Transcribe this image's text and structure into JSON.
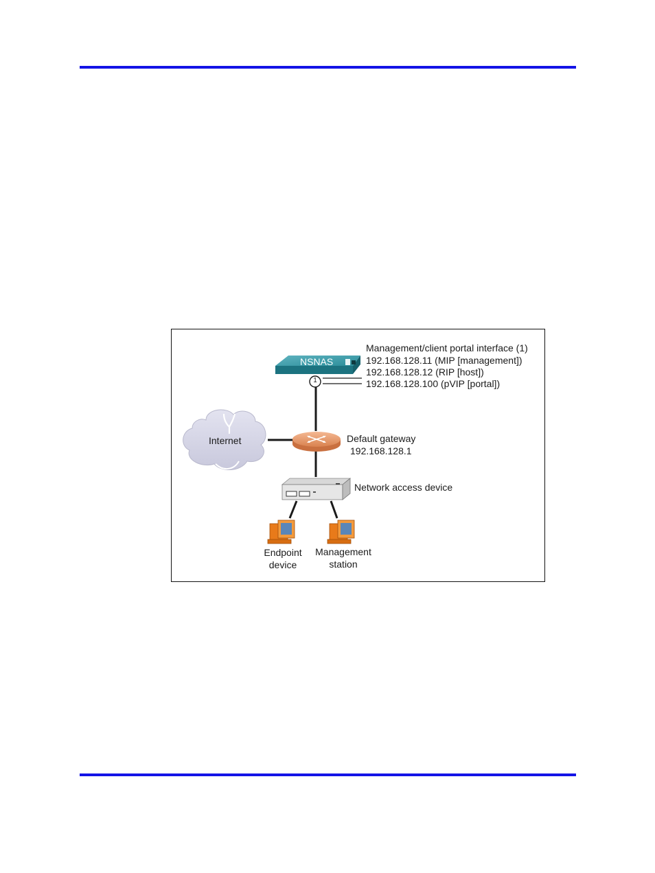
{
  "nsnas": {
    "label": "NSNAS",
    "interface_marker": "1",
    "interface_title": "Management/client portal interface (1)",
    "mip": "192.168.128.11 (MIP [management])",
    "rip": "192.168.128.12 (RIP [host])",
    "pvip": "192.168.128.100 (pVIP [portal])"
  },
  "internet": {
    "label": "Internet"
  },
  "gateway": {
    "title": "Default gateway",
    "ip": "192.168.128.1"
  },
  "network_device": {
    "label": "Network access device"
  },
  "endpoint": {
    "line1": "Endpoint",
    "line2": "device"
  },
  "management": {
    "line1": "Management",
    "line2": "station"
  },
  "colors": {
    "header_rule": "#1414e6",
    "nsnas_body": "#1a7f8c",
    "router": "#e89a6c",
    "cloud": "#d6d6e8",
    "computer": "#e87a1a"
  }
}
